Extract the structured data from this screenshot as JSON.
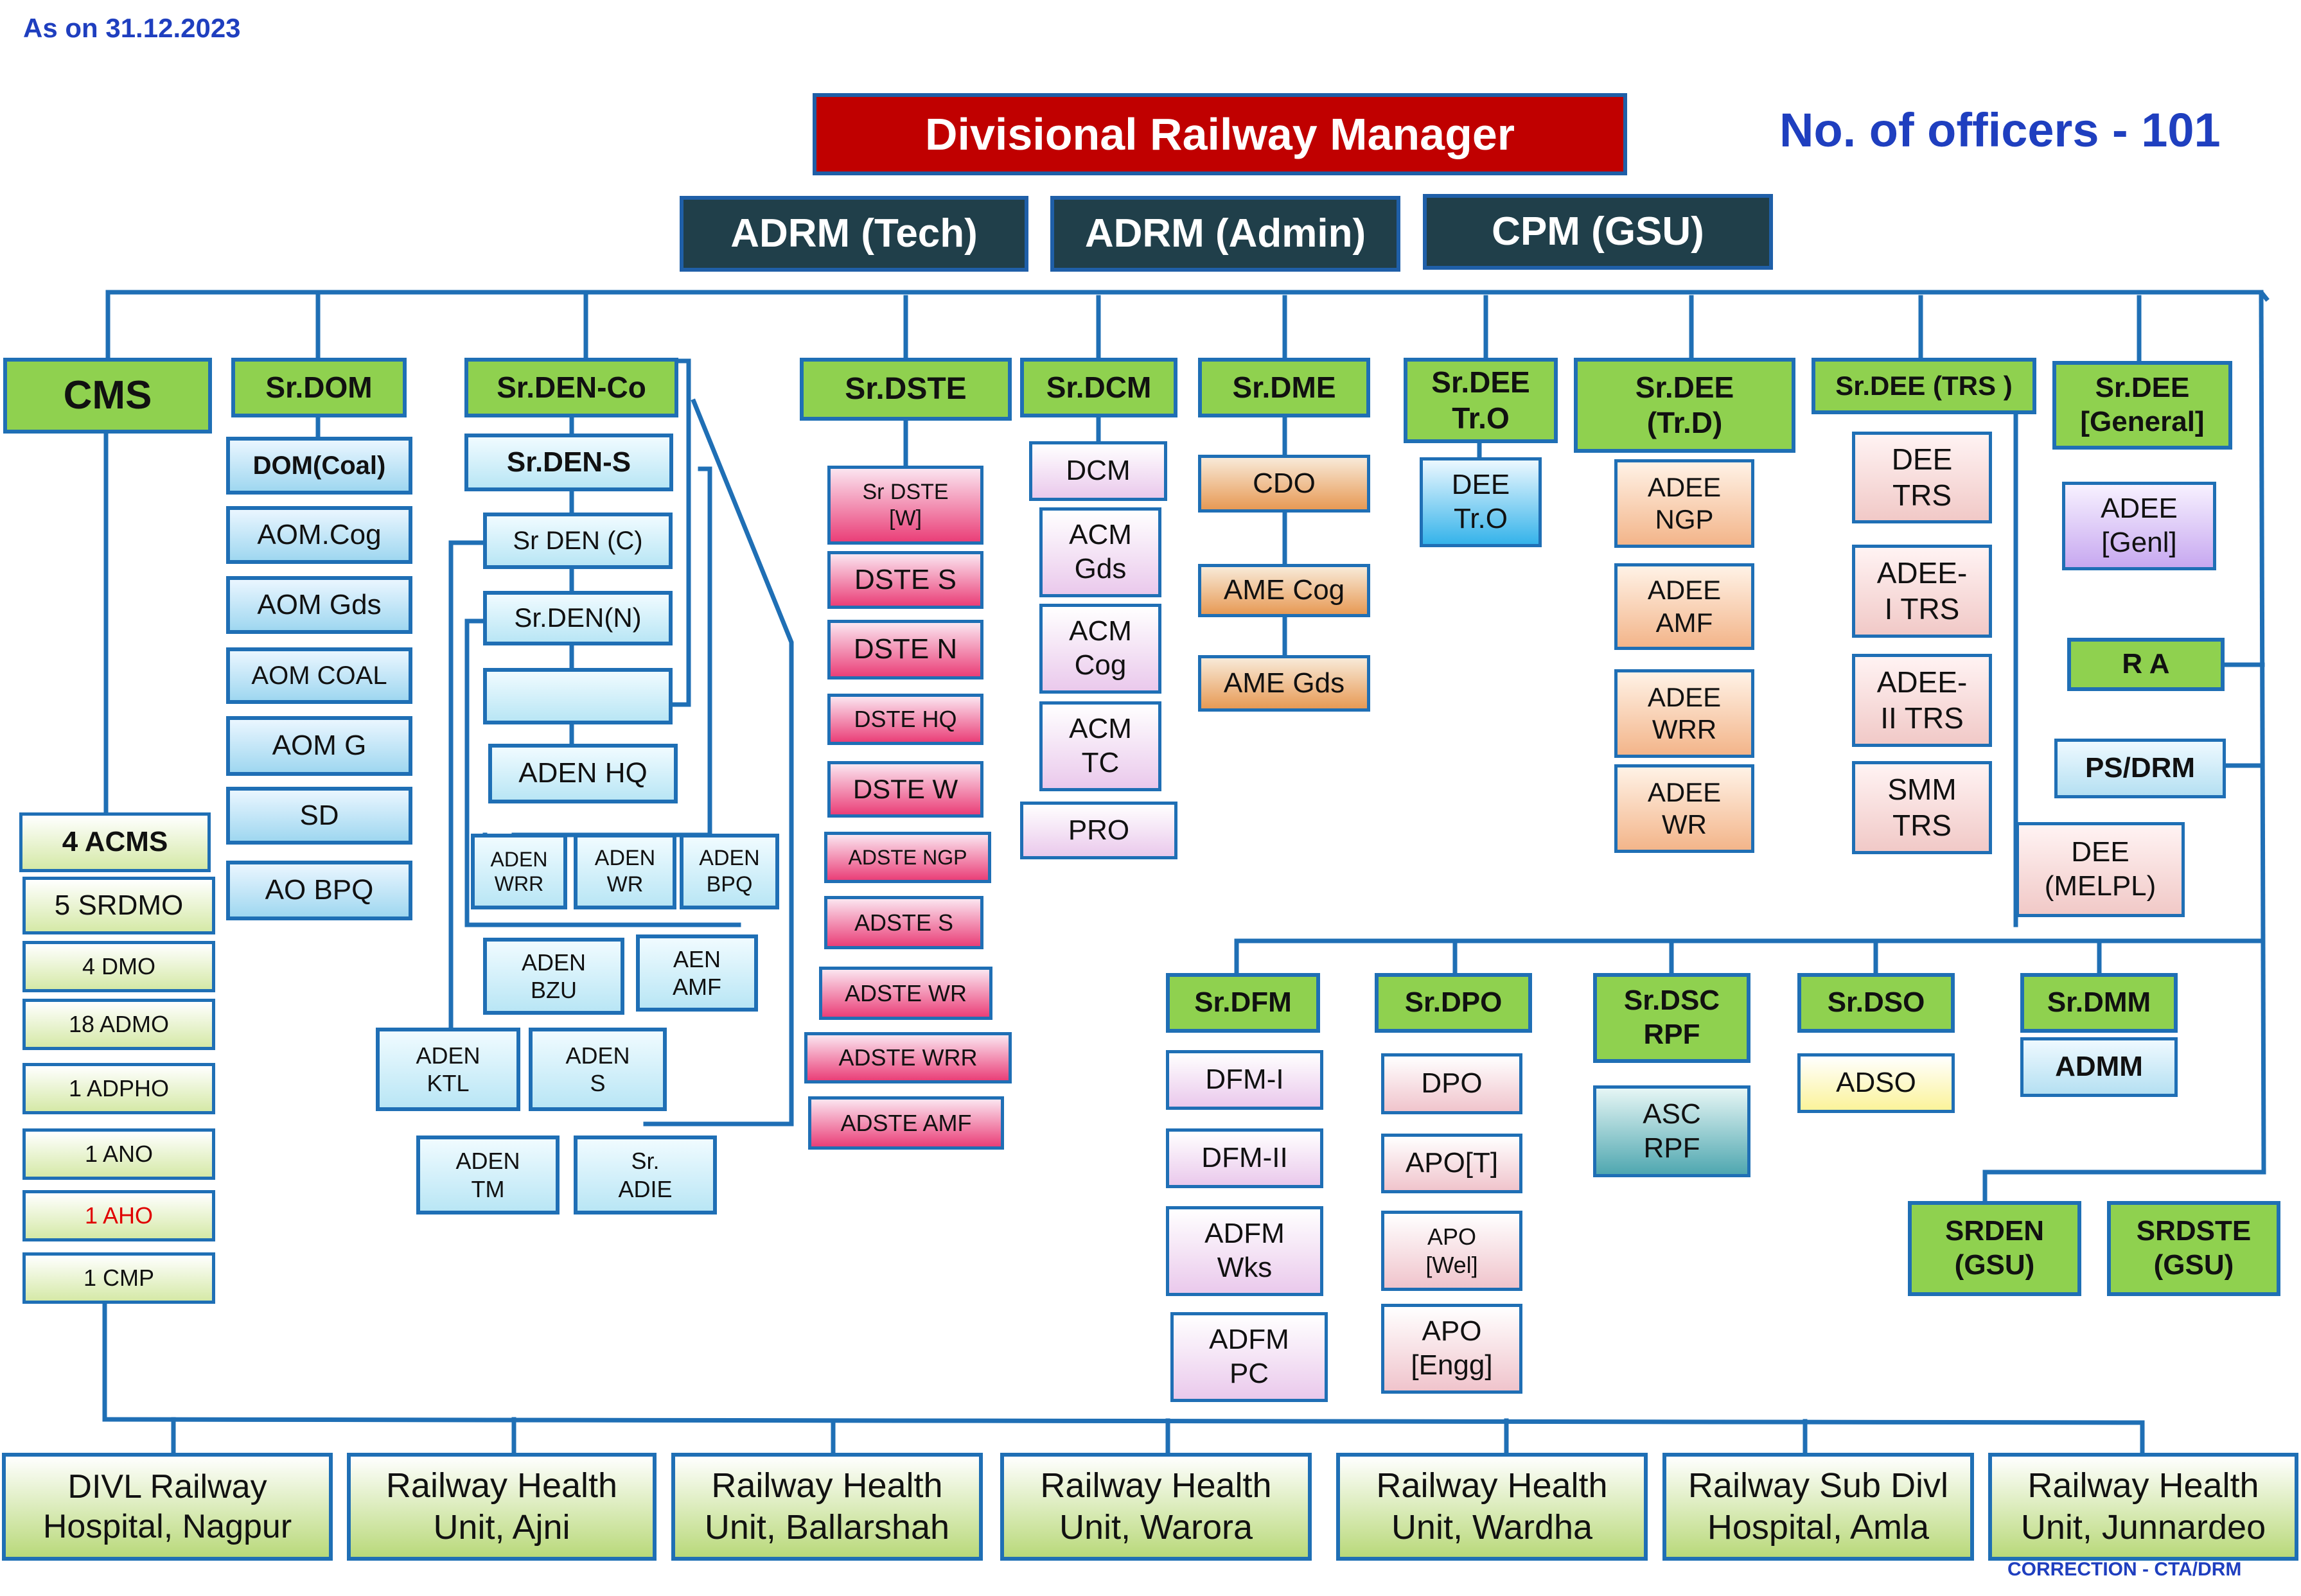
{
  "header": {
    "as_on": "As on 31.12.2023",
    "officers": "No. of officers - 101",
    "correction": "CORRECTION - CTA/DRM"
  },
  "top": {
    "drm": "Divisional Railway Manager",
    "adrm_tech": "ADRM (Tech)",
    "adrm_admin": "ADRM (Admin)",
    "cpm": "CPM (GSU)"
  },
  "heads": {
    "cms": "CMS",
    "srdom": "Sr.DOM",
    "srdenco": "Sr.DEN-Co",
    "srdste": "Sr.DSTE",
    "srdcm": "Sr.DCM",
    "srdme": "Sr.DME",
    "srdee_tro": "Sr.DEE\nTr.O",
    "srdee_trd": "Sr.DEE\n(Tr.D)",
    "srdee_trs": "Sr.DEE (TRS )",
    "srdee_gen": "Sr.DEE\n[General]",
    "ra": "R A",
    "psdrm": "PS/DRM",
    "srdfm": "Sr.DFM",
    "srdpo": "Sr.DPO",
    "srdsc": "Sr.DSC\nRPF",
    "srdso": "Sr.DSO",
    "srdmm": "Sr.DMM",
    "srden_gsu": "SRDEN\n(GSU)",
    "srdste_gsu": "SRDSTE\n(GSU)"
  },
  "cms_units": [
    "4 ACMS",
    "5 SRDMO",
    "4 DMO",
    "18 ADMO",
    "1 ADPHO",
    "1 ANO",
    "1 AHO",
    "1 CMP"
  ],
  "dom_units": [
    "DOM(Coal)",
    "AOM.Cog",
    "AOM Gds",
    "AOM COAL",
    "AOM G",
    "SD",
    "AO BPQ"
  ],
  "den_units": {
    "srdens": "Sr.DEN-S",
    "srdenc": "Sr DEN (C)",
    "srdenn": "Sr.DEN(N)",
    "blank": "",
    "adenhq": "ADEN HQ",
    "adenwrr": "ADEN\nWRR",
    "adenwr": "ADEN\nWR",
    "adenbpq": "ADEN\nBPQ",
    "adenbzu": "ADEN\nBZU",
    "aenamf": "AEN\nAMF",
    "adenktl": "ADEN\nKTL",
    "adens": "ADEN\nS",
    "adentm": "ADEN\nTM",
    "sradie": "Sr.\nADIE"
  },
  "dste_units": [
    "Sr DSTE\n[W]",
    "DSTE S",
    "DSTE N",
    "DSTE HQ",
    "DSTE W",
    "ADSTE NGP",
    "ADSTE S",
    "ADSTE WR",
    "ADSTE WRR",
    "ADSTE AMF"
  ],
  "dcm_units": [
    "DCM",
    "ACM\nGds",
    "ACM\nCog",
    "ACM\nTC",
    "PRO"
  ],
  "dme_units": [
    "CDO",
    "AME Cog",
    "AME Gds"
  ],
  "tro_units": [
    "DEE\nTr.O"
  ],
  "trd_units": [
    "ADEE\nNGP",
    "ADEE\nAMF",
    "ADEE\nWRR",
    "ADEE\nWR"
  ],
  "trs_units": [
    "DEE\nTRS",
    "ADEE-\nI TRS",
    "ADEE-\nII TRS",
    "SMM\nTRS"
  ],
  "gen_units": [
    "ADEE\n[Genl]",
    "DEE\n(MELPL)"
  ],
  "dfm_units": [
    "DFM-I",
    "DFM-II",
    "ADFM\nWks",
    "ADFM\nPC"
  ],
  "dpo_units": [
    "DPO",
    "APO[T]",
    "APO\n[Wel]",
    "APO\n[Engg]"
  ],
  "dsc_units": [
    "ASC\nRPF"
  ],
  "dso_units": [
    "ADSO"
  ],
  "dmm_units": [
    "ADMM"
  ],
  "hospitals": [
    "DIVL Railway\nHospital, Nagpur",
    "Railway Health\nUnit, Ajni",
    "Railway Health\nUnit, Ballarshah",
    "Railway Health\nUnit, Warora",
    "Railway Health\nUnit,  Wardha",
    "Railway Sub Divl\nHospital, Amla",
    "Railway Health\nUnit, Junnardeo"
  ],
  "colors": {
    "line": "#1f6fb5",
    "head_green": "#8fd14f",
    "drm_red": "#c00000",
    "adrm_dark": "#203f4a",
    "title_blue": "#1f3fbf"
  }
}
